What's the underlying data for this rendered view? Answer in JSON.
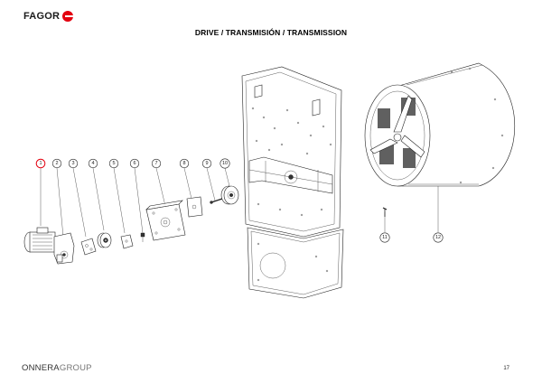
{
  "header": {
    "brand": "FAGOR",
    "brand_color": "#e3000f",
    "title": "DRIVE / TRANSMISIÓN / TRANSMISSION"
  },
  "callouts": [
    {
      "label": "1",
      "highlight": true
    },
    {
      "label": "2"
    },
    {
      "label": "3"
    },
    {
      "label": "4"
    },
    {
      "label": "5"
    },
    {
      "label": "6"
    },
    {
      "label": "7"
    },
    {
      "label": "8"
    },
    {
      "label": "9"
    },
    {
      "label": "10"
    },
    {
      "label": "11"
    },
    {
      "label": "12"
    }
  ],
  "footer": {
    "brand_main": "ONNERA",
    "brand_sub": "GROUP",
    "page_number": "17"
  }
}
